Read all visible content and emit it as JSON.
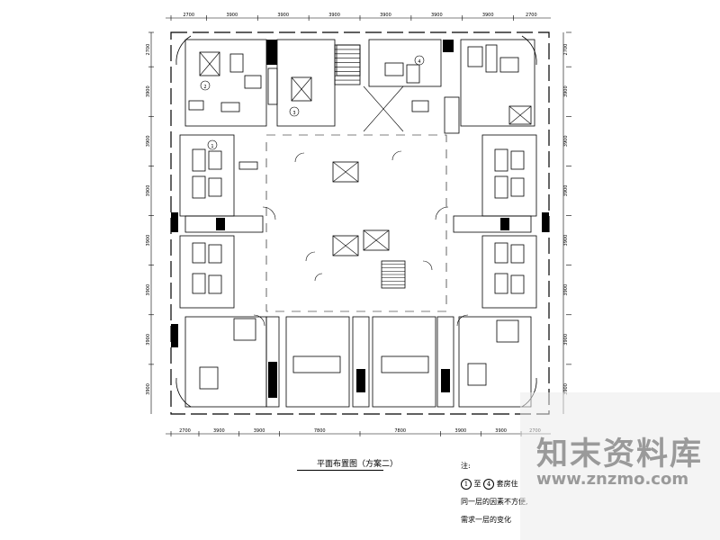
{
  "dimensions": {
    "top": [
      "2700",
      "3900",
      "3900",
      "3900",
      "3900",
      "3900",
      "3900",
      "2700"
    ],
    "bottom": [
      "2700",
      "3900",
      "3900",
      "7800",
      "7800",
      "3900",
      "3900",
      "2700"
    ],
    "left": [
      "2700",
      "3900",
      "3900",
      "3900",
      "3900",
      "3900",
      "3900",
      "3900"
    ],
    "right": [
      "2700",
      "3900",
      "3900",
      "3900",
      "3900",
      "3900",
      "3900",
      "3900"
    ]
  },
  "unit_labels": [
    "1",
    "2",
    "3",
    "4"
  ],
  "caption": "平面布置图（方案二）",
  "notes": {
    "heading": "注:",
    "circle_start": "1",
    "connector": "至",
    "circle_end": "4",
    "line1_rest": "套房住",
    "line2": "同一层的因素不方便,",
    "line3": "需求一层的变化"
  },
  "watermark": {
    "brand": "知末资料库",
    "url": "www.znzmo.com"
  }
}
